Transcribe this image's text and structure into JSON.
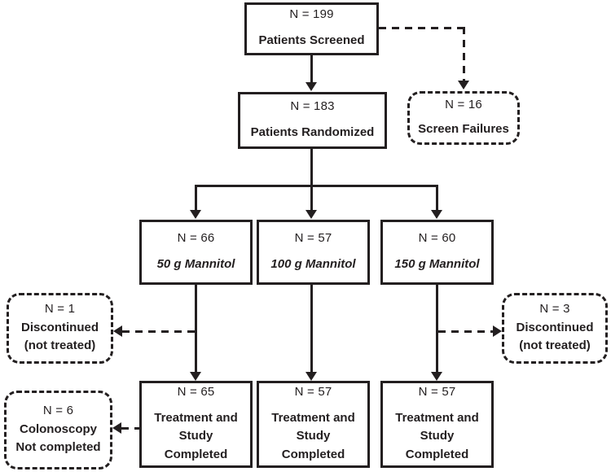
{
  "diagram": {
    "kind": "patient-disposition-flowchart",
    "line_color": "#231f20",
    "background": "#ffffff"
  },
  "nodes": {
    "screened": {
      "n": "N = 199",
      "label": "Patients Screened"
    },
    "screen_failures": {
      "n": "N = 16",
      "label": "Screen Failures"
    },
    "randomized": {
      "n": "N = 183",
      "label": "Patients Randomized"
    },
    "arm_50g": {
      "n": "N = 66",
      "label": "50 g Mannitol"
    },
    "arm_100g": {
      "n": "N = 57",
      "label": "100 g Mannitol"
    },
    "arm_150g": {
      "n": "N = 60",
      "label": "150 g Mannitol"
    },
    "discontinued_left": {
      "n": "N = 1",
      "label": "Discontinued\n(not treated)"
    },
    "discontinued_right": {
      "n": "N = 3",
      "label": "Discontinued\n(not treated)"
    },
    "colonoscopy_not_completed": {
      "n": "N = 6",
      "label": "Colonoscopy\nNot completed"
    },
    "completed_50g": {
      "n": "N = 65",
      "label": "Treatment and\nStudy\nCompleted"
    },
    "completed_100g": {
      "n": "N = 57",
      "label": "Treatment and\nStudy\nCompleted"
    },
    "completed_150g": {
      "n": "N = 57",
      "label": "Treatment and\nStudy\nCompleted"
    }
  }
}
